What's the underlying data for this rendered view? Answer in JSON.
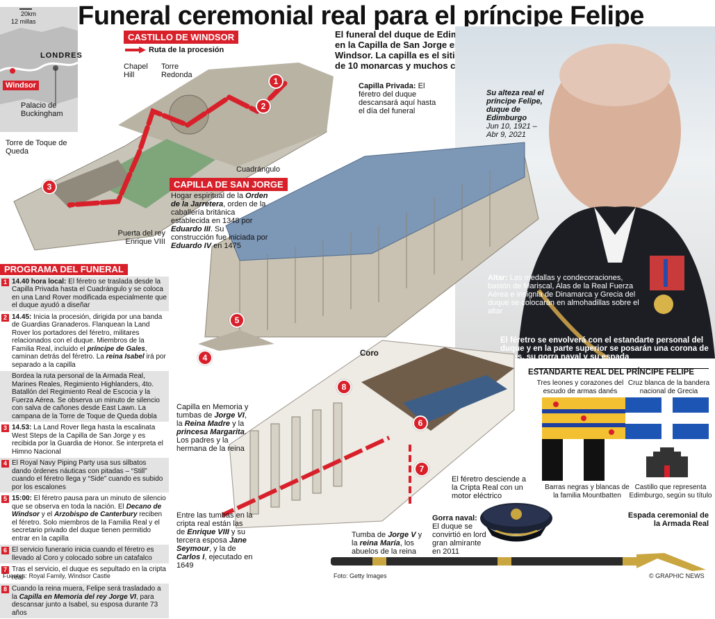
{
  "title": "Funeral ceremonial real para el príncipe Felipe",
  "map": {
    "scale_km": "20km",
    "scale_miles": "12 millas",
    "city": "LONDRES",
    "place": "Windsor"
  },
  "castle": {
    "heading": "CASTILLO DE WINDSOR",
    "route_label": "Ruta de la procesión",
    "labels": {
      "chapel_hill": "Chapel Hill",
      "round_tower": "Torre Redonda",
      "buckingham": "Palacio de Buckingham",
      "curfew_tower": "Torre de Toque de Queda",
      "quadrangle": "Cuadrángulo",
      "henry_gate": "Puerta del rey Enrique VIII"
    }
  },
  "intro": "El funeral del duque de Edimburgo se realizará en la Capilla de San Jorge en el Castillo de Windsor. La capilla es el sitio de descanso final de 10 monarcas y muchos consortes reales",
  "private_chapel": {
    "title": "Capilla Privada:",
    "text": "El féretro del duque descansará aquí hasta el día del funeral"
  },
  "caption": {
    "line1": "Su alteza real el",
    "line2": "príncipe Felipe,",
    "line3": "duque de Edimburgo",
    "dates": "Jun 10, 1921 – Abr 9, 2021"
  },
  "chapel": {
    "heading": "CAPILLA DE SAN JORGE",
    "text_a": "Hogar espiritual de la ",
    "text_b": "Orden de la Jarretera",
    "text_c": ", orden de la caballería británica establecida en 1348 por ",
    "text_d": "Eduardo III",
    "text_e": ". Su construcción fue iniciada por ",
    "text_f": "Eduardo IV",
    "text_g": " en 1475"
  },
  "altar": {
    "title": "Altar:",
    "text": "Las medallas y condecoraciones, bastón de Mariscal, Alas de la Real Fuerza Aérea e insignia de Dinamarca y Grecia del duque se colocarán en almohadillas sobre el altar"
  },
  "coffin_note": "El féretro se envolverá con el estandarte personal del duque y en la parte superior se posarán una corona de flores, su gorra naval y su espada",
  "standard": {
    "heading": "ESTANDARTE REAL DEL PRÍNCIPE FELIPE",
    "q1": "Tres leones y corazones del escudo de armas danés",
    "q2": "Cruz blanca de la bandera nacional de Grecia",
    "q3": "Barras negras y blancas de la familia Mountbatten",
    "q4": "Castillo que representa Edimburgo, según su título"
  },
  "coro": "Coro",
  "memorial": {
    "a": "Capilla en Memoria y tumbas de ",
    "b": "Jorge VI",
    "c": ", la ",
    "d": "Reina Madre",
    "e": " y la ",
    "f": "princesa Margarita",
    "g": ". Los padres y la hermana de la reina"
  },
  "descend": "El féretro desciende a la Cripta Real con un motor eléctrico",
  "crypt": {
    "a": "Entre las tumbas en la cripta real están las de ",
    "b": "Enrique VIII",
    "c": " y su tercera esposa ",
    "d": "Jane Seymour",
    "e": ", y la de ",
    "f": "Carlos I",
    "g": ", ejecutado en 1649"
  },
  "tomb": {
    "a": "Tumba de ",
    "b": "Jorge V",
    "c": " y la ",
    "d": "reina María",
    "e": ", los abuelos de la reina"
  },
  "cap": {
    "title": "Gorra naval:",
    "text": "El duque se convirtió en lord gran almirante en 2011"
  },
  "sword": "Espada ceremonial de la Armada Real",
  "program": {
    "heading": "PROGRAMA DEL FUNERAL",
    "items": [
      {
        "n": "1",
        "html": "<b>14.40 hora local:</b> El féretro se traslada desde la Capilla Privada hasta el Cuadrángulo y se coloca en una Land Rover modificada especialmente que el duque ayudó a diseñar"
      },
      {
        "n": "2",
        "html": "<b>14.45:</b> Inicia la procesión, dirigida por una banda de Guardias Granaderos. Flanquean la Land Rover los portadores del féretro, militares relacionados con el duque. Miembros de la Familia Real, incluido el <b><i>príncipe de Gales</i></b>, caminan detrás del féretro. La <b><i>reina Isabel</i></b> irá por separado a la capilla"
      },
      {
        "n": "",
        "html": "Bordea la ruta personal de la Armada Real, Marines Reales, Regimiento Highlanders, 4to. Batallón del Regimiento Real de Escocia y la Fuerza Aérea. Se observa un minuto de silencio con salva de cañones desde East Lawn. La campana de la Torre de Toque de Queda dobla"
      },
      {
        "n": "3",
        "html": "<b>14.53:</b> La Land Rover llega hasta la escalinata West Steps de la Capilla de San Jorge y es recibida por la Guardia de Honor. Se interpreta el Himno Nacional"
      },
      {
        "n": "4",
        "html": "El Royal Navy Piping Party usa sus silbatos dando órdenes náuticas con pitadas – “Still” cuando el féretro llega y “Side” cuando es subido por los escalones"
      },
      {
        "n": "5",
        "html": "<b>15:00:</b> El féretro pausa para un minuto de silencio que se observa en toda la nación. El <b><i>Decano de Windsor</i></b> y el <b><i>Arzobispo de Canterbury</i></b> reciben el féretro. Solo miembros de la Familia Real y el secretario privado del duque tienen permitido entrar en la capilla"
      },
      {
        "n": "6",
        "html": "El servicio funerario inicia cuando el féretro es llevado al Coro y colocado sobre un catafalco"
      },
      {
        "n": "7",
        "html": "Tras el servicio, el duque es sepultado en la cripta real"
      },
      {
        "n": "8",
        "html": "Cuando la reina muera, Felipe será trasladado a la <b><i>Capilla en Memoria del rey Jorge VI</i></b>, para descansar junto a Isabel, su esposa durante 73 años"
      }
    ]
  },
  "footer": {
    "sources": "Fuentes: Royal Family, Windsor Castle",
    "photo": "Foto: Getty Images",
    "credit": "© GRAPHIC NEWS"
  }
}
